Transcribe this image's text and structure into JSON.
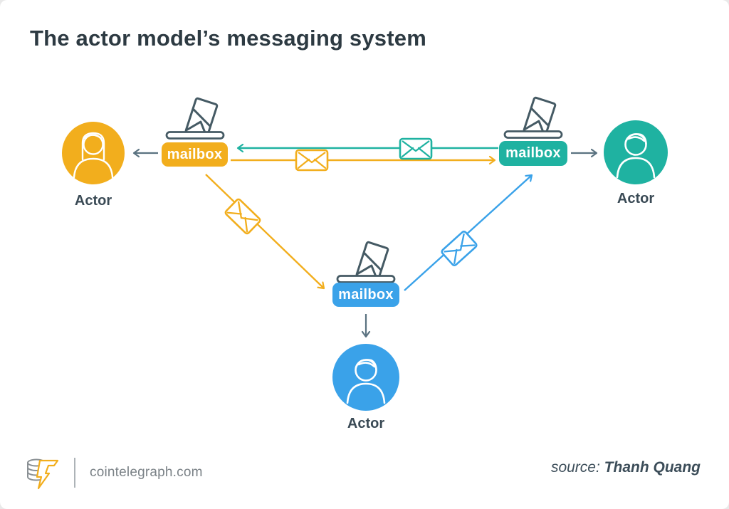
{
  "title": "The actor model’s messaging system",
  "colors": {
    "yellow": "#F2AE1D",
    "teal": "#1FB2A1",
    "blue": "#3AA2E9",
    "dark_text": "#2D3A42",
    "label_text": "#3A4A55",
    "arrow_gray": "#5A7280",
    "icon_outline": "#455A64",
    "footer_text": "#7B8287",
    "source_text": "#3C4D59"
  },
  "diagram": {
    "actors": [
      {
        "id": "left",
        "label": "Actor",
        "color": "#F2AE1D",
        "person_icon": "person-female-icon"
      },
      {
        "id": "right",
        "label": "Actor",
        "color": "#1FB2A1",
        "person_icon": "person-male-icon"
      },
      {
        "id": "bottom",
        "label": "Actor",
        "color": "#3AA2E9",
        "person_icon": "person-male-icon"
      }
    ],
    "mailboxes": [
      {
        "id": "left",
        "label": "mailbox",
        "color": "#F2AE1D",
        "icon": "mailbox-slot-icon"
      },
      {
        "id": "right",
        "label": "mailbox",
        "color": "#1FB2A1",
        "icon": "mailbox-slot-icon"
      },
      {
        "id": "bottom",
        "label": "mailbox",
        "color": "#3AA2E9",
        "icon": "mailbox-slot-icon"
      }
    ],
    "messages": [
      {
        "from": "right-mailbox",
        "to": "left-mailbox",
        "color": "#1FB2A1",
        "icon": "envelope-icon"
      },
      {
        "from": "left-mailbox",
        "to": "right-mailbox",
        "color": "#F2AE1D",
        "icon": "envelope-icon"
      },
      {
        "from": "left-mailbox",
        "to": "bottom-mailbox",
        "color": "#F2AE1D",
        "icon": "envelope-icon"
      },
      {
        "from": "bottom-mailbox",
        "to": "right-mailbox",
        "color": "#3AA2E9",
        "icon": "envelope-icon"
      }
    ],
    "delivery_arrows": [
      {
        "from": "left-mailbox",
        "to": "left-actor"
      },
      {
        "from": "right-mailbox",
        "to": "right-actor"
      },
      {
        "from": "bottom-mailbox",
        "to": "bottom-actor"
      }
    ]
  },
  "footer": {
    "logo": "cointelegraph-coins-logo",
    "site": "cointelegraph.com",
    "source_prefix": "source:",
    "source_name": "Thanh Quang"
  }
}
